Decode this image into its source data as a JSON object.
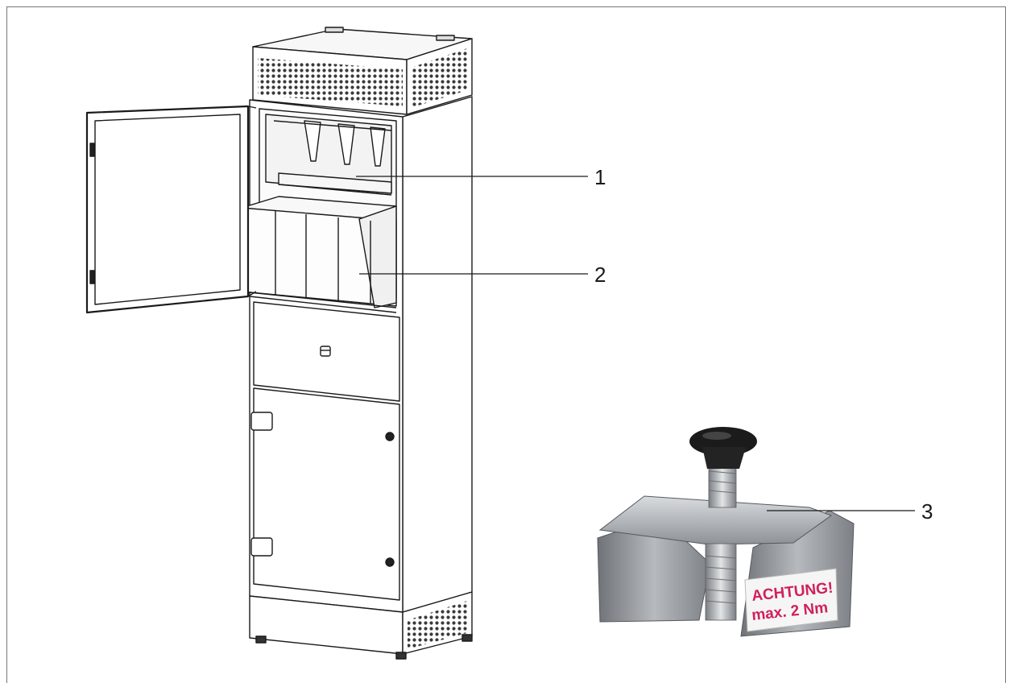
{
  "callouts": [
    {
      "number": "1"
    },
    {
      "number": "2"
    },
    {
      "number": "3"
    }
  ],
  "clamp_sticker": {
    "line1": "ACHTUNG!",
    "line2": "max. 2 Nm"
  },
  "colors": {
    "line": "#1a1a1a",
    "sheet_metal": "#f4f4f4",
    "vent": "#3a3a3a",
    "clamp_metal": "#9a9ea3",
    "knob": "#1b1b1b",
    "sticker_text": "#d0205a"
  }
}
